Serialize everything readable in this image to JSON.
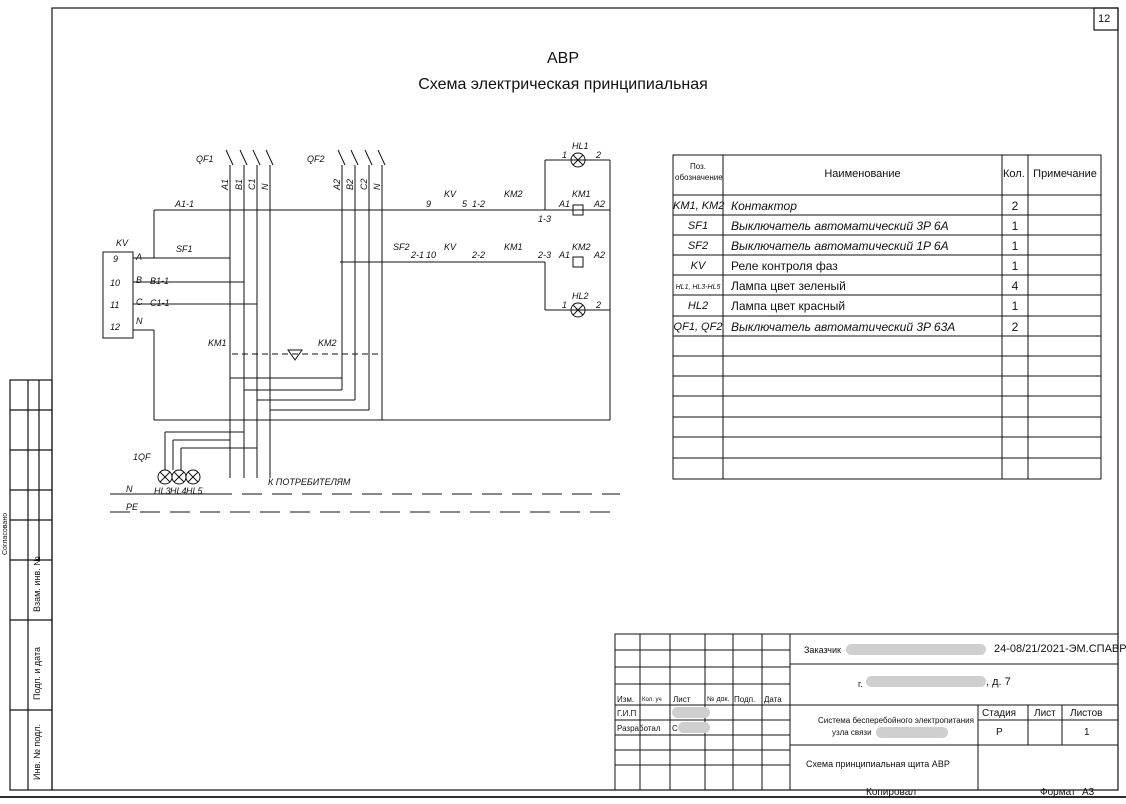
{
  "sheet_number": "12",
  "title": "АВР",
  "subtitle": "Схема электрическая принципиальная",
  "schematic": {
    "breakers": {
      "qf1": "QF1",
      "qf2": "QF2",
      "qf_group": "1QF",
      "sf1": "SF1",
      "sf2": "SF2"
    },
    "relay": "KV",
    "contactors": {
      "km1": "KM1",
      "km2": "KM2"
    },
    "lamps": {
      "hl1": "HL1",
      "hl2": "HL2",
      "hl3": "HL3",
      "hl4": "HL4",
      "hl5": "HL5"
    },
    "phases_input1": [
      "A1",
      "B1",
      "C1",
      "N"
    ],
    "phases_input2": [
      "A2",
      "B2",
      "C2",
      "N"
    ],
    "wire_labels": {
      "a11": "A1-1",
      "b11": "B1-1",
      "c11": "C1-1",
      "w12": "1-2",
      "w13": "1-3",
      "w21": "2-1",
      "w22": "2-2",
      "w23": "2-3"
    },
    "relay_terminals": [
      "9",
      "10",
      "11",
      "12"
    ],
    "relay_inputs": [
      "A",
      "B",
      "C",
      "N"
    ],
    "contact_numbers": {
      "n9": "9",
      "n5": "5",
      "n1": "1",
      "n2": "2",
      "n10": "10",
      "a1": "A1",
      "a2": "A2"
    },
    "consumer_label": "К ПОТРЕБИТЕЛЯМ",
    "bus_n": "N",
    "bus_pe": "PE"
  },
  "spec_table": {
    "headers": {
      "pos": "Поз. обозначение",
      "name": "Наименование",
      "qty": "Кол.",
      "note": "Примечание"
    },
    "rows": [
      {
        "pos": "KM1, KM2",
        "name": "Контактор",
        "qty": "2"
      },
      {
        "pos": "SF1",
        "name": "Выключатель автоматический  3P 6A",
        "qty": "1"
      },
      {
        "pos": "SF2",
        "name": "Выключатель автоматический  1P 6A",
        "qty": "1"
      },
      {
        "pos": "KV",
        "name": "Реле контроля фаз",
        "qty": "1"
      },
      {
        "pos": "HL1, HL3-HL5",
        "name": "Лампа цвет зеленый",
        "qty": "4"
      },
      {
        "pos": "HL2",
        "name": "Лампа цвет красный",
        "qty": "1"
      },
      {
        "pos": "QF1, QF2",
        "name": "Выключатель автоматический 3P 63A",
        "qty": "2"
      }
    ]
  },
  "stamp": {
    "customer_label": "Заказчик",
    "doc_code": "24-08/21/2021-ЭМ.СПАВР",
    "city_prefix": "г.",
    "house": ", д. 7",
    "col_headers": [
      "Изм.",
      "Кол. уч",
      "Лист",
      "№ док.",
      "Подп.",
      "Дата"
    ],
    "roles": [
      "Г.И.П",
      "Разработал"
    ],
    "role_value": "С",
    "system_line1": "Система бесперебойного электропитания",
    "system_line2": "узла связи",
    "stage_label": "Стадия",
    "sheet_label": "Лист",
    "sheets_label": "Листов",
    "stage_value": "Р",
    "sheets_value": "1",
    "drawing_name": "Схема принципиальная щита АВР",
    "copied": "Копировал",
    "format_label": "Формат",
    "format_value": "А3"
  },
  "side_labels": [
    "Согласовано",
    "Взам. инв. №",
    "Подп. и дата",
    "Инв. № подл."
  ]
}
